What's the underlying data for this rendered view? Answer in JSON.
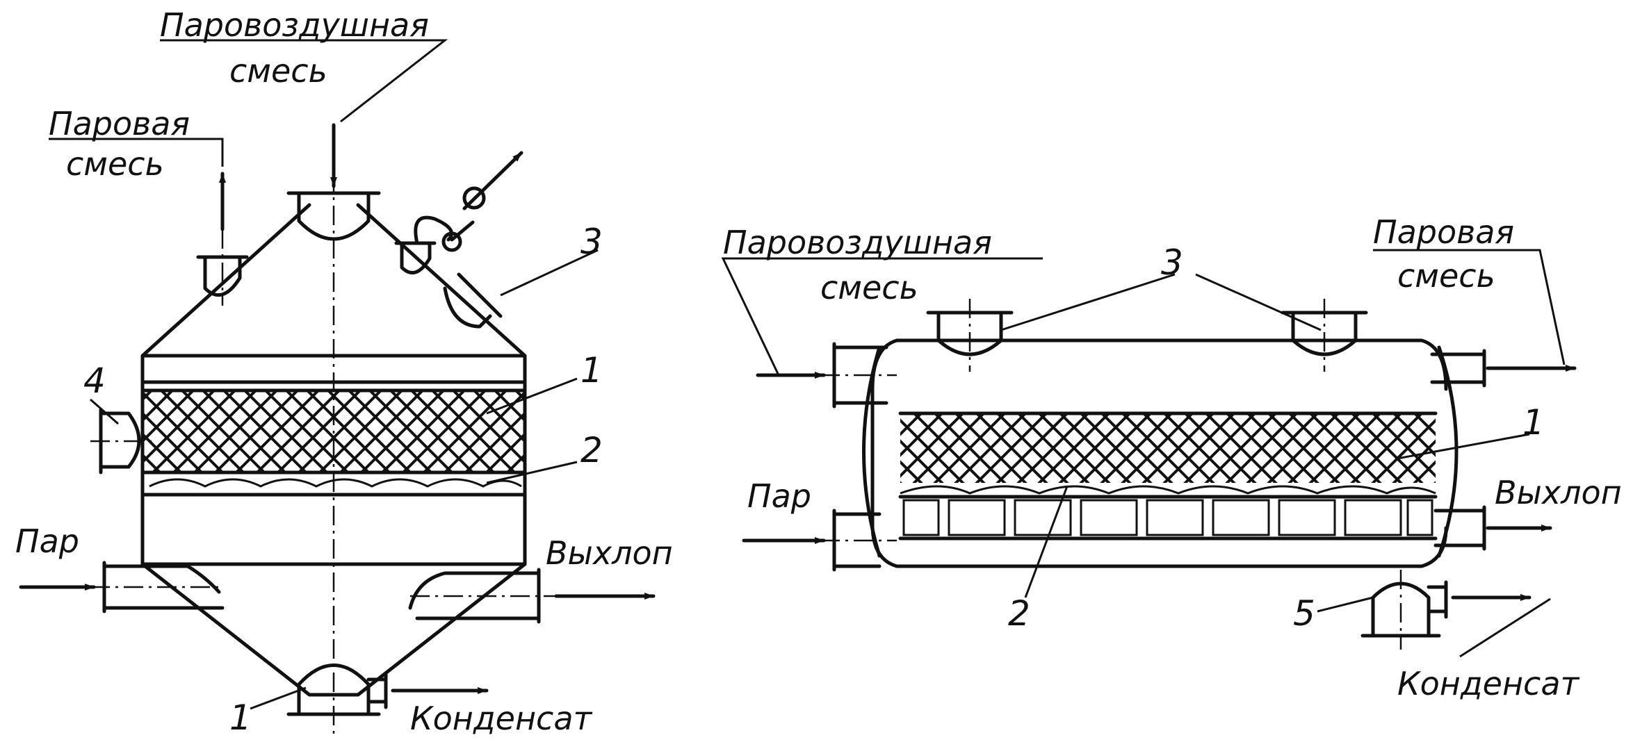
{
  "colors": {
    "ink": "#111111",
    "background": "#ffffff"
  },
  "left": {
    "label_air_mix": "Паровоздушная",
    "label_air_mix_2": "смесь",
    "label_steam_mix": "Паровая",
    "label_steam_mix_2": "смесь",
    "label_steam": "Пар",
    "label_exhaust": "Выхлоп",
    "label_condensate": "Конденсат",
    "num_1a": "1",
    "num_1b": "1",
    "num_2": "2",
    "num_3": "3",
    "num_4": "4"
  },
  "right": {
    "label_air_mix": "Паровоздушная",
    "label_air_mix_2": "смесь",
    "label_steam_mix": "Паровая",
    "label_steam_mix_2": "смесь",
    "label_steam": "Пар",
    "label_exhaust": "Выхлоп",
    "label_condensate": "Конденсат",
    "num_1": "1",
    "num_2": "2",
    "num_3": "3",
    "num_5": "5"
  }
}
